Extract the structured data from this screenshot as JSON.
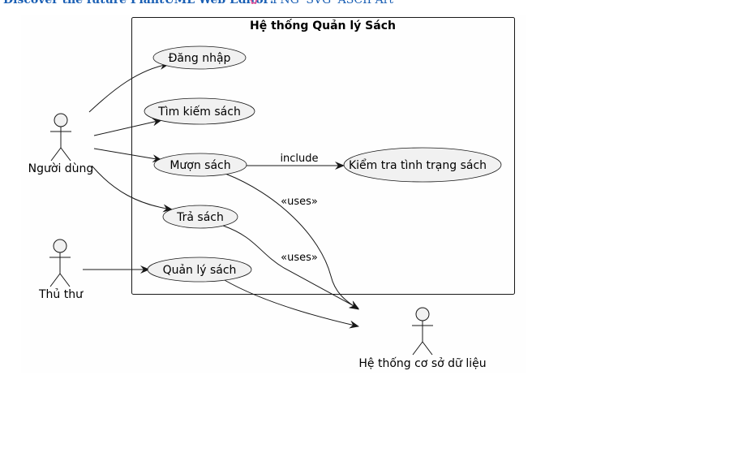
{
  "top_bar": {
    "promo_link": "Discover the future PlantUML Web Editor!",
    "flower_icon": "flower-icon",
    "formats": [
      "PNG",
      "SVG",
      "ASCII Art"
    ]
  },
  "diagram": {
    "boundary_title": "Hệ thống Quản lý Sách",
    "actors": {
      "user": "Người dùng",
      "librarian": "Thủ thư",
      "database": "Hệ thống cơ sở dữ liệu"
    },
    "use_cases": {
      "login": "Đăng nhập",
      "search": "Tìm kiếm sách",
      "borrow": "Mượn sách",
      "return": "Trả sách",
      "manage": "Quản lý sách",
      "check_status": "Kiểm tra tình trạng sách"
    },
    "edge_labels": {
      "include": "include",
      "uses_1": "«uses»",
      "uses_2": "«uses»"
    },
    "colors": {
      "ellipse_fill": "#f1f1f1",
      "stroke": "#181818",
      "link": "#1a5fb4"
    }
  }
}
